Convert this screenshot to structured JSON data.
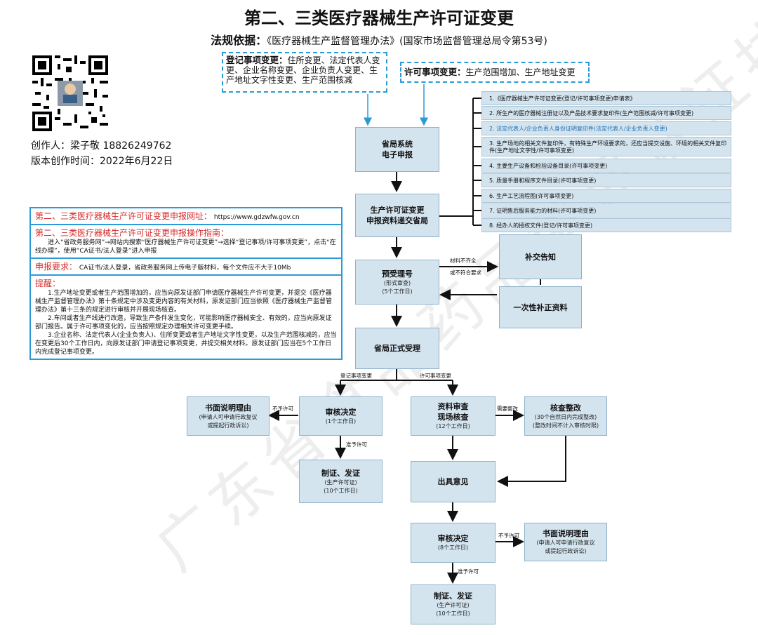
{
  "title": "第二、三类医疗器械生产许可证变更",
  "basis": {
    "label": "法规依据：",
    "text": "《医疗器械生产监督管理办法》(国家市场监督管理总局令第53号)"
  },
  "author": {
    "creator": "创作人：梁子敬 18826249762",
    "version": "版本创作时间：2022年6月22日"
  },
  "change_types": {
    "registration": {
      "label": "登记事项变更：",
      "text": "住所变更、法定代表人变更、企业名称变更、企业负责人变更、生产地址文字性变更、生产范围核减"
    },
    "license": {
      "label": "许可事项变更：",
      "text": "生产范围增加、生产地址变更"
    }
  },
  "documents": [
    "1.《医疗器械生产许可证变更(登记/许可事项变更)申请表》",
    "2. 所生产的医疗器械注册证以及产品技术要求复印件(生产范围核减/许可事项变更)",
    "2. 法定代表人/企业负责人身份证明复印件(法定代表人/企业负责人变更)",
    "3. 生产场地的相关文件复印件，有特殊生产环境要求的，还应当提交设施、环境的相关文件复印件(生产地址文字性/许可事项变更)",
    "4. 主要生产设备和检验设备目录(许可事项变更)",
    "5. 质量手册和程序文件目录(许可事项变更)",
    "6. 生产工艺流程图(许可事项变更)",
    "7. 证明售后服务能力的材料(许可事项变更)",
    "8. 经办人的授权文件(登记/许可事项变更)"
  ],
  "info": {
    "website_label": "第二、三类医疗器械生产许可证变更申报网址：",
    "website_url": "https://www.gdzwfw.gov.cn",
    "guide_label": "第二、三类医疗器械生产许可证变更申报操作指南：",
    "guide_text": "进入“省政务服务网”→网站内搜索“医疗器械生产许可证变更”→选择“登记事项/许可事项变更”，点击“在线办理”，使用“CA证书/法人登录”进入申报",
    "req_label": "申报要求：",
    "req_text": "CA证书/法人登录，省政务服务网上传电子版材料，每个文件应不大于10Mb",
    "tips_label": "提醒：",
    "tips": [
      "1.生产地址变更或者生产范围增加的，应当向原发证部门申请医疗器械生产许可变更，并提交《医疗器械生产监督管理办法》第十条规定中涉及变更内容的有关材料，原发证部门应当依照《医疗器械生产监督管理办法》第十三条的规定进行审核并开展现场核查。",
      "2.车间或者生产线进行改造，导致生产条件发生变化，可能影响医疗器械安全、有效的，应当向原发证部门报告。属于许可事项变化的，应当按照规定办理相关许可变更手续。",
      "3.企业名称、法定代表人(企业负责人)、住所变更或者生产地址文字性变更，以及生产范围核减的，应当在变更后30个工作日内，向原发证部门申请登记事项变更，并提交相关材料。原发证部门应当在5个工作日内完成登记事项变更。"
    ]
  },
  "flow": {
    "online": {
      "title": "省局系统\n电子申报"
    },
    "submit": {
      "title": "生产许可证变更\n申报资料递交省局"
    },
    "pre": {
      "title": "预受理号",
      "sub1": "(形式审查)",
      "sub2": "(5个工作日)"
    },
    "supplement_notice": {
      "title": "补交告知"
    },
    "one_time": {
      "title": "一次性补正资料"
    },
    "accept": {
      "title": "省局正式受理"
    },
    "reg_review": {
      "title": "审核决定",
      "sub1": "(1个工作日)"
    },
    "reg_refuse": {
      "title": "书面说明理由",
      "sub1": "(申请人可申请行政复议",
      "sub2": "或提起行政诉讼)"
    },
    "reg_issue": {
      "title": "制证、发证",
      "sub1": "(生产许可证)",
      "sub2": "(10个工作日)"
    },
    "lic_review": {
      "title": "资料审查\n现场核查",
      "sub1": "(12个工作日)"
    },
    "rectify": {
      "title": "核查整改",
      "sub1": "(30个自然日内完成整改)",
      "sub2": "(整改时间不计入审核时限)"
    },
    "opinion": {
      "title": "出具意见"
    },
    "lic_decision": {
      "title": "审核决定",
      "sub1": "(8个工作日)"
    },
    "lic_refuse": {
      "title": "书面说明理由",
      "sub1": "(申请人可申请行政复议",
      "sub2": "或提起行政诉讼)"
    },
    "lic_issue": {
      "title": "制证、发证",
      "sub1": "(生产许可证)",
      "sub2": "(10个工作日)"
    }
  },
  "edge_labels": {
    "incomplete1": "材料不齐全",
    "incomplete2": "或不符合要求",
    "reg_change": "登记事项变更",
    "lic_change": "许可事项变更",
    "refuse": "不予许可",
    "permit": "准予许可",
    "need_rectify": "需要整改",
    "refuse2": "不予许可",
    "permit2": "准予许可"
  },
  "watermark": "广东省食品药品审评认证技术协会"
}
